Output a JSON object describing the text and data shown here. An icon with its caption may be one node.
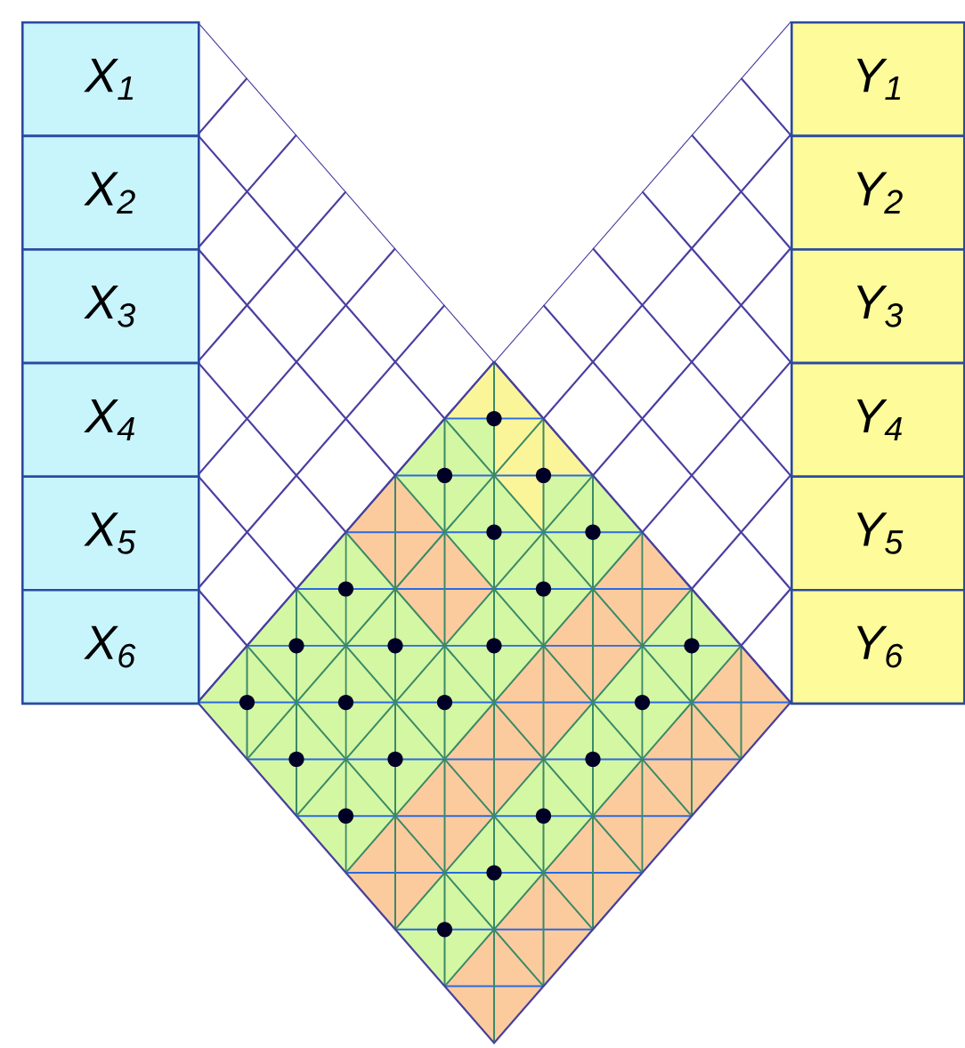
{
  "diagram": {
    "nodes": [
      {
        "text": [
          "X$_{1}$"
        ]
      },
      {
        "text": [
          "X$_{2}$"
        ]
      },
      {
        "text": [
          "X$_{3}$"
        ]
      },
      {
        "text": [
          "X$_{4}$"
        ]
      },
      {
        "text": [
          "X$_{5}$"
        ]
      },
      {
        "text": [
          "X$_{6}$"
        ]
      },
      {
        "text": [
          "Y$_{1}$"
        ]
      },
      {
        "text": [
          "Y$_{2}$"
        ]
      },
      {
        "text": [
          "Y$_{3}$"
        ]
      },
      {
        "text": [
          "Y$_{4}$"
        ]
      },
      {
        "text": [
          "Y$_{5}$"
        ]
      },
      {
        "text": [
          "Y$_{6}$"
        ]
      }
    ]
  }
}
